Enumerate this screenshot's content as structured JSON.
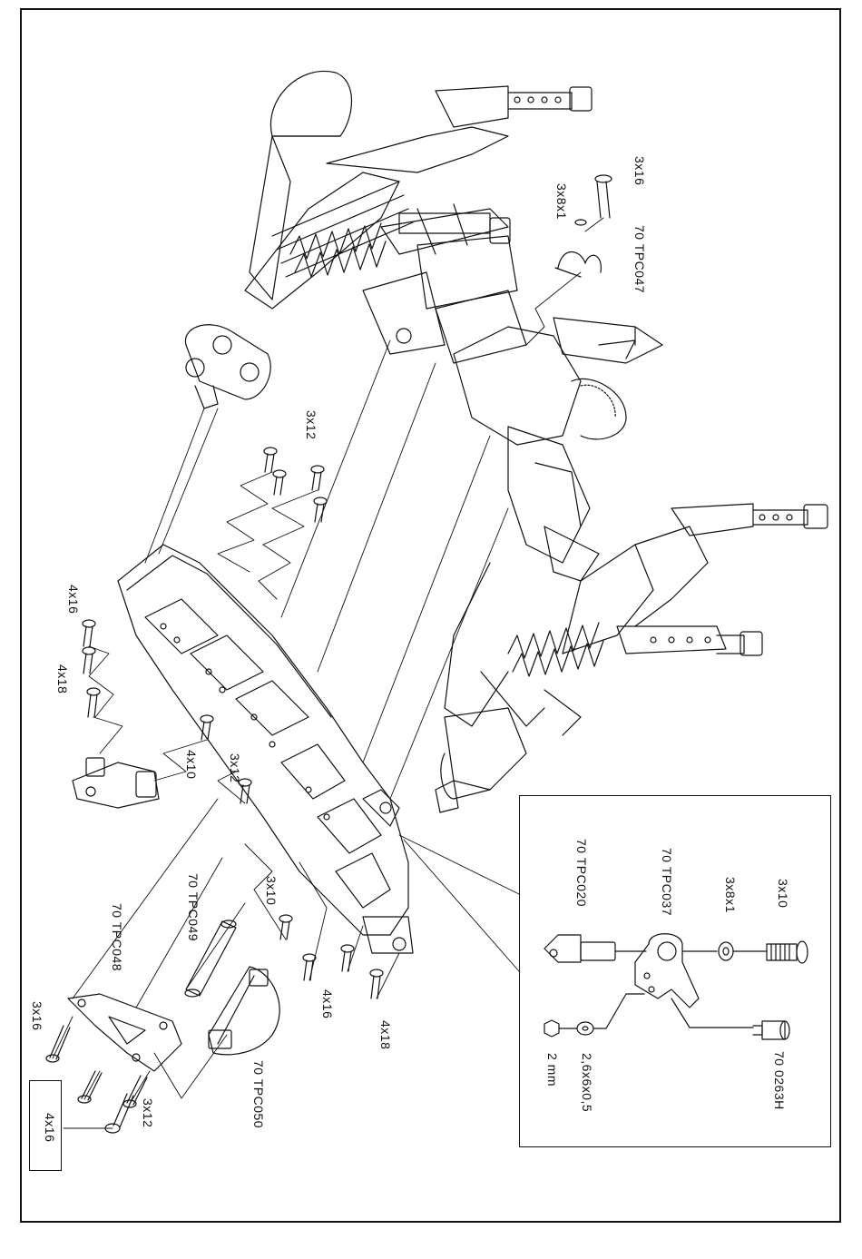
{
  "labels": {
    "screw_3x16_top": "3x16",
    "washer_3x8x1_top": "3x8x1",
    "part_70tpc047": "70 TPC047",
    "screw_3x12_center": "3x12",
    "screw_4x16_left": "4x16",
    "screw_4x18_left": "4x18",
    "screw_4x10": "4x10",
    "screw_3x12_mid": "3x12",
    "screw_3x10": "3x10",
    "part_70tpc049": "70 TPC049",
    "part_70tpc048": "70 TPC048",
    "screw_3x16_bottom": "3x16",
    "screw_4x16_bottom": "4x16",
    "screw_4x18_bottom": "4x18",
    "screw_3x12_bottom": "3x12",
    "part_70tpc050": "70 TPC050",
    "callout_4x16": "4x16",
    "detail_70tpc020": "70 TPC020",
    "detail_70tpc037": "70 TPC037",
    "detail_3x8x1": "3x8x1",
    "detail_3x10": "3x10",
    "detail_2mm": "2 mm",
    "detail_2_6x6x0_5": "2,6x6x0,5",
    "detail_70_0263h": "70 0263H"
  }
}
